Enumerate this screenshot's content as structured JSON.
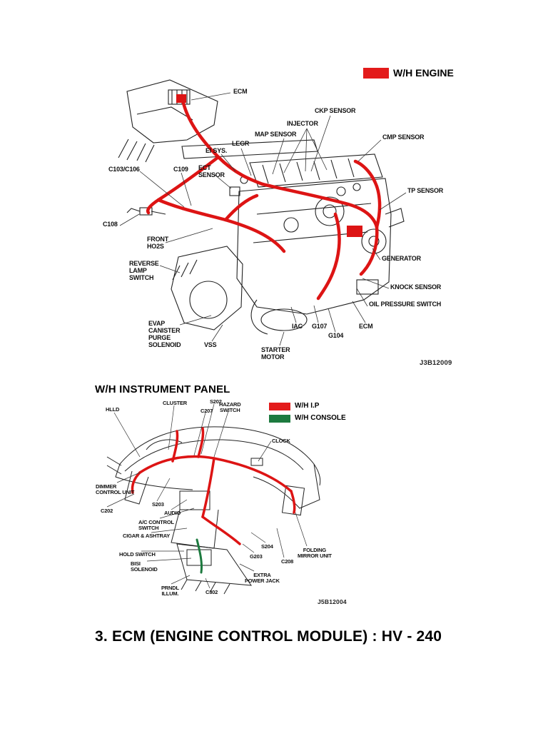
{
  "legend_engine": {
    "label": "W/H ENGINE",
    "color": "#e31b1b"
  },
  "engine": {
    "code": "J3B12009",
    "labels": {
      "ecm_top": "ECM",
      "ckp_sensor": "CKP SENSOR",
      "injector": "INJECTOR",
      "map_sensor": "MAP SENSOR",
      "legr": "LEGR",
      "cmp_sensor": "CMP SENSOR",
      "ei_sys": "EI SYS.",
      "ect_sensor": "ECT\nSENSOR",
      "c103_c106": "C103/C106",
      "c109": "C109",
      "tp_sensor": "TP SENSOR",
      "c108": "C108",
      "front_ho2s": "FRONT\nHO2S",
      "generator": "GENERATOR",
      "reverse_lamp_switch": "REVERSE\nLAMP\nSWITCH",
      "knock_sensor": "KNOCK SENSOR",
      "oil_pressure_switch": "OIL PRESSURE SWITCH",
      "evap_canister_purge_solenoid": "EVAP\nCANISTER\nPURGE\nSOLENOID",
      "vss": "VSS",
      "iac": "IAC",
      "g107": "G107",
      "g104": "G104",
      "ecm_bottom": "ECM",
      "starter_motor": "STARTER\nMOTOR"
    }
  },
  "ip_section": {
    "heading": "W/H INSTRUMENT PANEL",
    "legend": [
      {
        "label": "W/H I.P",
        "color": "#e31b1b"
      },
      {
        "label": "W/H CONSOLE",
        "color": "#1d7a3f"
      }
    ],
    "code": "J5B12004",
    "labels": {
      "hlld": "HLLD",
      "cluster": "CLUSTER",
      "s202": "S202",
      "c207": "C207",
      "hazard_switch": "HAZARD\nSWITCH",
      "clock": "CLOCK",
      "dimmer_control_unit": "DIMMER\nCONTROL UNIT",
      "c202": "C202",
      "s203": "S203",
      "audio": "AUDIO",
      "ac_control_switch": "A/C CONTROL\nSWITCH",
      "cigar_ashtray": "CIGAR & ASHTRAY",
      "hold_switch": "HOLD SWITCH",
      "bisi_solenoid": "BISI\nSOLENOID",
      "prndl_illum": "PRNDL\nILLUM.",
      "c302": "C302",
      "g203": "G203",
      "s204": "S204",
      "c208": "C208",
      "folding_mirror_unit": "FOLDING\nMIRROR UNIT",
      "extra_power_jack": "EXTRA\nPOWER JACK"
    }
  },
  "footer_heading": "3. ECM (ENGINE CONTROL MODULE) : HV - 240"
}
